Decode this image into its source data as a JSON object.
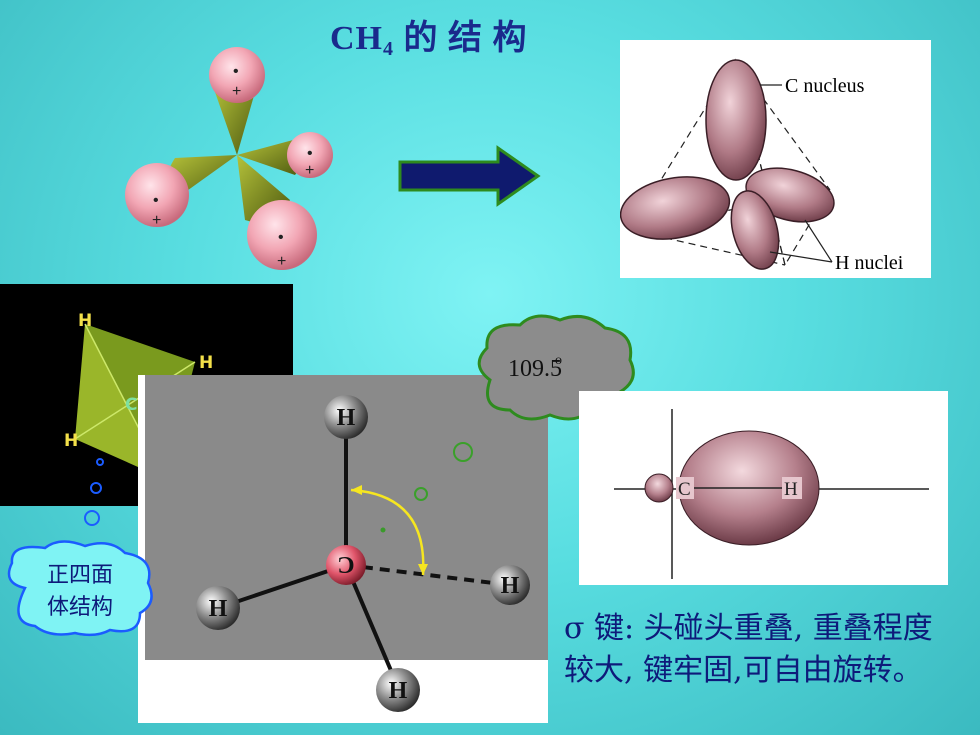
{
  "title": {
    "main": "CH",
    "subscript": "4",
    "rest": "的 结 构"
  },
  "atom_labels": {
    "h": "H",
    "c": "C",
    "plus": "+",
    "dot": "•"
  },
  "orbital_diagram": {
    "c_nucleus": "C nucleus",
    "h_nuclei": "H nuclei"
  },
  "angle_cloud": {
    "value": "109.5",
    "unit": "o"
  },
  "tetra_cloud": {
    "line1": "正四面",
    "line2": "体结构"
  },
  "bond_diagram": {
    "c": "C",
    "h": "H"
  },
  "sigma_text": {
    "line1": "σ 键: 头碰头重叠, 重叠程度",
    "line2": "较大, 键牢固,可自由旋转。"
  },
  "colors": {
    "title": "#1a2a8c",
    "arrow": "#0f1a6e",
    "arrow_border": "#2e8b1e",
    "cloud": "#8c8c8c",
    "lobe": "#9b5d6c"
  }
}
